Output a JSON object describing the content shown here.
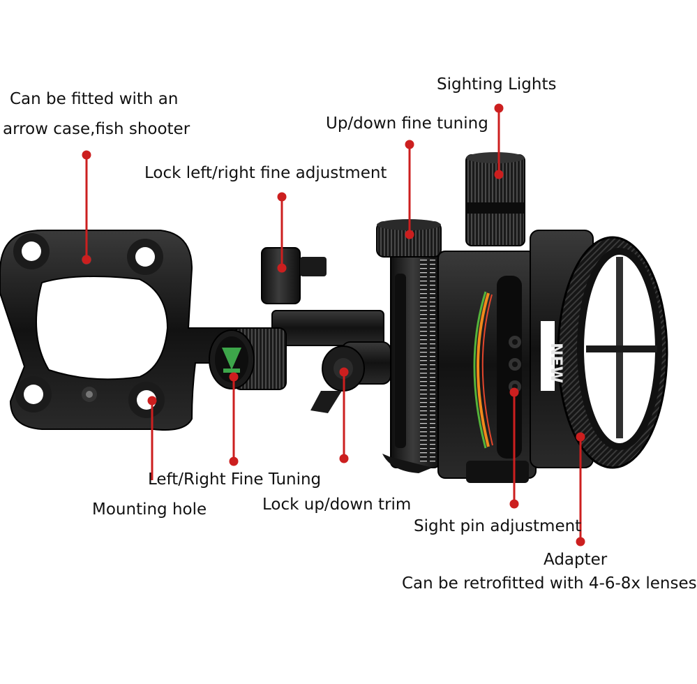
{
  "labels": {
    "arrow_case_line1": "Can be fitted with an",
    "arrow_case_line2": "arrow case,fish shooter",
    "lock_lr": "Lock left/right fine adjustment",
    "sighting_lights": "Sighting Lights",
    "updown_fine": "Up/down fine tuning",
    "lr_fine": "Left/Right Fine Tuning",
    "mounting_hole": "Mounting hole",
    "lock_updown": "Lock up/down trim",
    "sight_pin": "Sight pin adjustment",
    "adapter": "Adapter",
    "lenses": "Can be retrofitted with 4-6-8x lenses"
  },
  "product_marking": "NEW",
  "colors": {
    "leader": "#cc1f1f",
    "metal": "#141414",
    "fiber_orange": "#f08a1c",
    "fiber_green": "#55b33a",
    "knob_green": "#3da64a"
  }
}
